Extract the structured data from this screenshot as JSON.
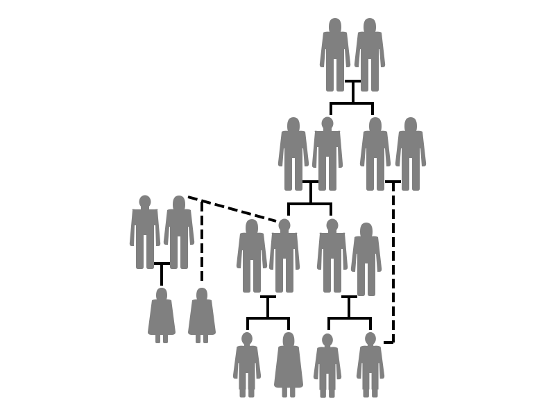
{
  "diagram": {
    "type": "family-tree",
    "icon": "person-silhouette-icon",
    "figure_color": "#808080",
    "line_color": "#000000",
    "background": "#ffffff",
    "people": [
      {
        "id": "g1-grandfather",
        "body": "male",
        "generation": 1
      },
      {
        "id": "g1-grandmother",
        "body": "female",
        "generation": 1
      },
      {
        "id": "g2-son",
        "body": "female",
        "generation": 2
      },
      {
        "id": "g2-daughter-in-law",
        "body": "male",
        "generation": 2
      },
      {
        "id": "g2-daughter",
        "body": "female",
        "generation": 2
      },
      {
        "id": "g2-son-in-law",
        "body": "female",
        "generation": 2
      },
      {
        "id": "side-man",
        "body": "male",
        "generation": 2
      },
      {
        "id": "side-woman",
        "body": "female",
        "generation": 2
      },
      {
        "id": "side-child-a",
        "body": "child-female",
        "generation": 3
      },
      {
        "id": "side-child-b",
        "body": "child-female",
        "generation": 3
      },
      {
        "id": "g3-woman-a",
        "body": "female",
        "generation": 3
      },
      {
        "id": "g3-man-a",
        "body": "male",
        "generation": 3
      },
      {
        "id": "g3-man-b",
        "body": "male",
        "generation": 3
      },
      {
        "id": "g3-woman-b",
        "body": "female",
        "generation": 3
      },
      {
        "id": "g4-child-1",
        "body": "child-male",
        "generation": 4
      },
      {
        "id": "g4-child-2",
        "body": "child-female",
        "generation": 4
      },
      {
        "id": "g4-child-3",
        "body": "child-male",
        "generation": 4
      },
      {
        "id": "g4-child-4",
        "body": "child-male",
        "generation": 4
      }
    ],
    "relations": [
      {
        "kind": "couple-children",
        "style": "solid",
        "parents": [
          "g1-grandfather",
          "g1-grandmother"
        ],
        "children": [
          "g2-son-couple",
          "g2-daughter-couple"
        ]
      },
      {
        "kind": "couple-children",
        "style": "solid",
        "parents": [
          "g2-son",
          "g2-daughter-in-law"
        ],
        "children": [
          "g3-man-a",
          "g3-man-b"
        ]
      },
      {
        "kind": "couple-child",
        "style": "solid",
        "parents": [
          "side-man",
          "side-woman"
        ],
        "children": [
          "side-child-a"
        ]
      },
      {
        "kind": "couple-children",
        "style": "solid",
        "parents": [
          "g3-woman-a",
          "g3-man-a"
        ],
        "children": [
          "g4-child-1",
          "g4-child-2"
        ]
      },
      {
        "kind": "couple-children",
        "style": "solid",
        "parents": [
          "g3-man-b",
          "g3-woman-b"
        ],
        "children": [
          "g4-child-3",
          "g4-child-4"
        ]
      },
      {
        "kind": "dashed-link",
        "style": "dashed",
        "from": "side-woman",
        "to": "g3-man-a"
      },
      {
        "kind": "dashed-link",
        "style": "dashed",
        "from": "side-woman",
        "to": "side-child-b"
      },
      {
        "kind": "dashed-link",
        "style": "dashed",
        "from": "g2-son-in-law",
        "to": "g4-child-4"
      }
    ]
  }
}
